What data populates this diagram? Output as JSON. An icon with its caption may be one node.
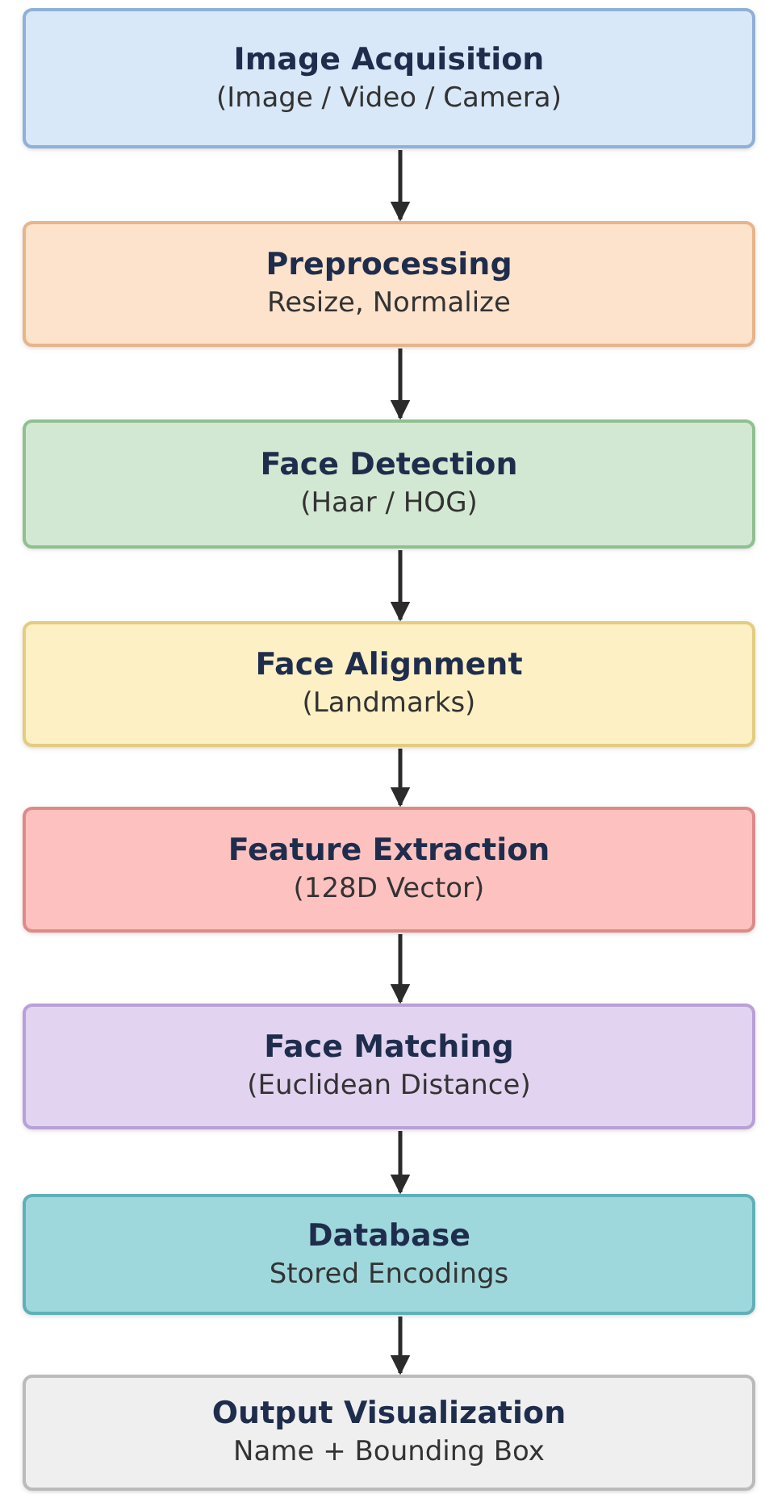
{
  "diagram": {
    "nodes": [
      {
        "text": [
          "Image Acquisition",
          "(Image / Video / Camera)"
        ]
      },
      {
        "text": [
          "Preprocessing",
          "Resize, Normalize"
        ]
      },
      {
        "text": [
          "Face Detection",
          "(Haar / HOG)"
        ]
      },
      {
        "text": [
          "Face Alignment",
          "(Landmarks)"
        ]
      },
      {
        "text": [
          "Feature Extraction",
          "(128D Vector)"
        ]
      },
      {
        "text": [
          "Face Matching",
          "(Euclidean Distance)"
        ]
      },
      {
        "text": [
          "Database",
          "Stored Encodings"
        ]
      },
      {
        "text": [
          "Output Visualization",
          "Name + Bounding Box"
        ]
      }
    ],
    "edges": [
      {
        "from": 0,
        "to": 1,
        "arrow": "to"
      },
      {
        "from": 1,
        "to": 2,
        "arrow": "to"
      },
      {
        "from": 2,
        "to": 3,
        "arrow": "to"
      },
      {
        "from": 3,
        "to": 4,
        "arrow": "to"
      },
      {
        "from": 4,
        "to": 5,
        "arrow": "to"
      },
      {
        "from": 5,
        "to": 6,
        "arrow": "to"
      },
      {
        "from": 6,
        "to": 7,
        "arrow": "to"
      }
    ]
  }
}
